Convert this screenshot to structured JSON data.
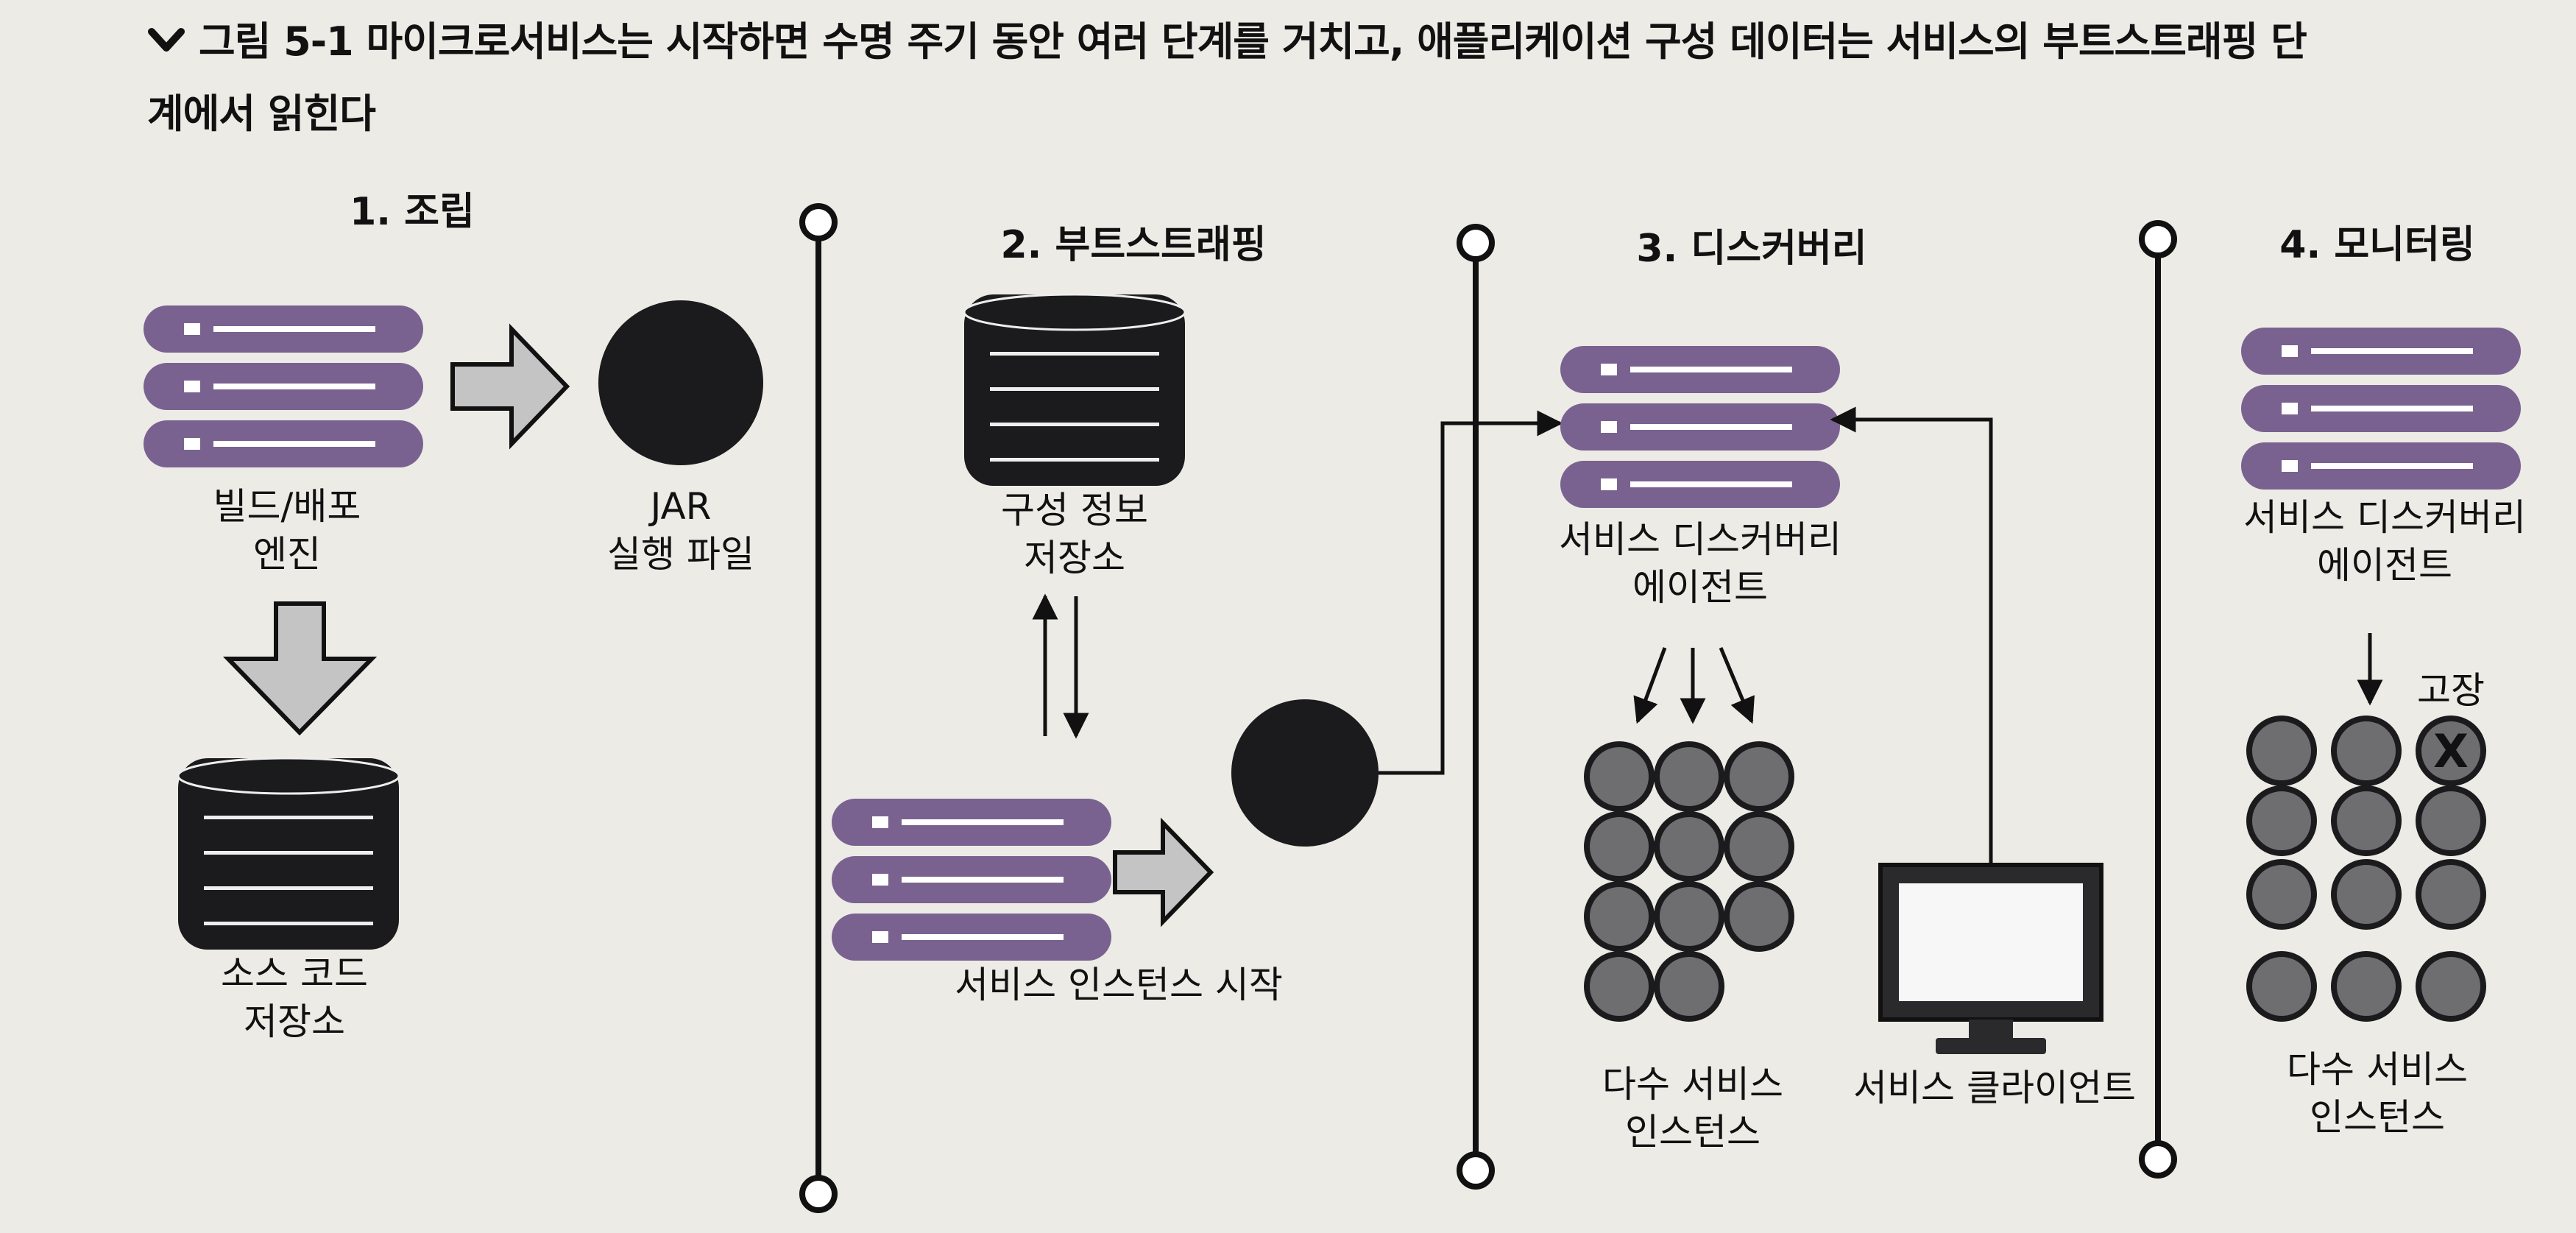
{
  "figure": {
    "caption_prefix": "그림 5-1",
    "caption_line1": "마이크로서비스는 시작하면 수명 주기 동안 여러 단계를 거치고, 애플리케이션 구성 데이터는 서비스의 부트스트래핑 단",
    "caption_line2": "계에서 읽힌다"
  },
  "stages": {
    "assembly": {
      "title": "1. 조립",
      "build_engine_line1": "빌드/배포",
      "build_engine_line2": "엔진",
      "jar_line1": "JAR",
      "jar_line2": "실행 파일",
      "source_repo_line1": "소스 코드",
      "source_repo_line2": "저장소"
    },
    "bootstrapping": {
      "title": "2. 부트스트래핑",
      "config_repo_line1": "구성 정보",
      "config_repo_line2": "저장소",
      "service_start": "서비스 인스턴스 시작"
    },
    "discovery": {
      "title": "3. 디스커버리",
      "agent_line1": "서비스 디스커버리",
      "agent_line2": "에이전트",
      "instances_line1": "다수 서비스",
      "instances_line2": "인스턴스",
      "client": "서비스 클라이언트"
    },
    "monitoring": {
      "title": "4. 모니터링",
      "agent_line1": "서비스 디스커버리",
      "agent_line2": "에이전트",
      "failure": "고장",
      "failure_mark": "X",
      "instances_line1": "다수 서비스",
      "instances_line2": "인스턴스"
    }
  },
  "colors": {
    "server_purple": "#7a6290",
    "dark": "#1b1b1d",
    "instance_gray": "#6e6e70",
    "arrow_gray": "#c4c4c4",
    "background": "#ecebe6"
  },
  "icons": {
    "caption_marker": "chevron-down-icon",
    "server": "server-stack-icon",
    "database": "database-icon",
    "jar": "jar-circle-icon",
    "monitor": "monitor-icon"
  }
}
